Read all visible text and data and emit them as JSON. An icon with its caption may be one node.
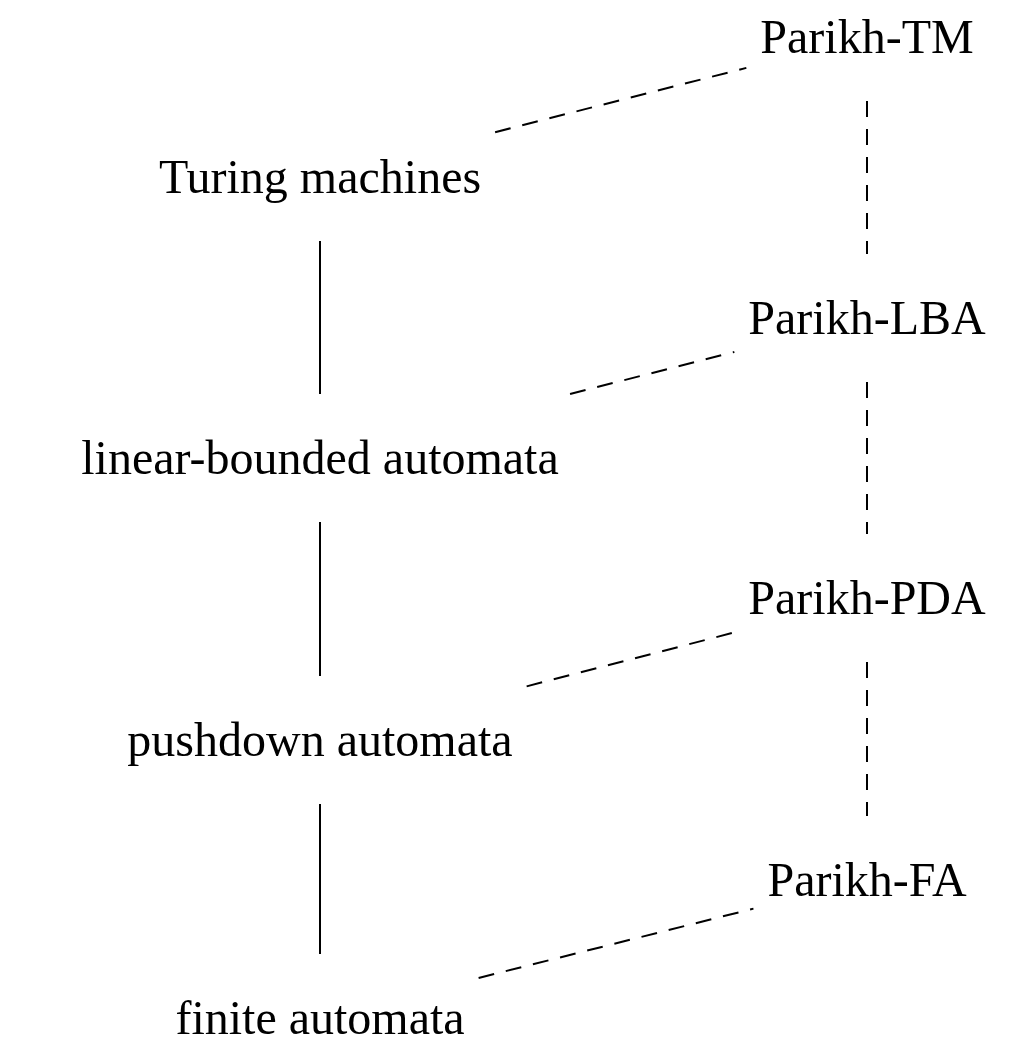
{
  "diagram": {
    "nodes": [
      {
        "text": [
          "Parikh-TM"
        ]
      },
      {
        "text": [
          "Turing machines"
        ]
      },
      {
        "text": [
          "Parikh-LBA"
        ]
      },
      {
        "text": [
          "linear-bounded automata"
        ]
      },
      {
        "text": [
          "Parikh-PDA"
        ]
      },
      {
        "text": [
          "pushdown automata"
        ]
      },
      {
        "text": [
          "Parikh-FA"
        ]
      },
      {
        "text": [
          "finite automata"
        ]
      }
    ],
    "edges": [
      {
        "from": 1,
        "to": 3,
        "arrow": "none"
      },
      {
        "from": 3,
        "to": 5,
        "arrow": "none"
      },
      {
        "from": 5,
        "to": 7,
        "arrow": "none"
      },
      {
        "from": 0,
        "to": 2,
        "arrow": "none",
        "style": "dashed"
      },
      {
        "from": 2,
        "to": 4,
        "arrow": "none",
        "style": "dashed"
      },
      {
        "from": 4,
        "to": 6,
        "arrow": "none",
        "style": "dashed"
      },
      {
        "from": 1,
        "to": 0,
        "arrow": "none",
        "style": "dashed"
      },
      {
        "from": 3,
        "to": 2,
        "arrow": "none",
        "style": "dashed"
      },
      {
        "from": 5,
        "to": 4,
        "arrow": "none",
        "style": "dashed"
      },
      {
        "from": 7,
        "to": 6,
        "arrow": "none",
        "style": "dashed"
      }
    ]
  }
}
